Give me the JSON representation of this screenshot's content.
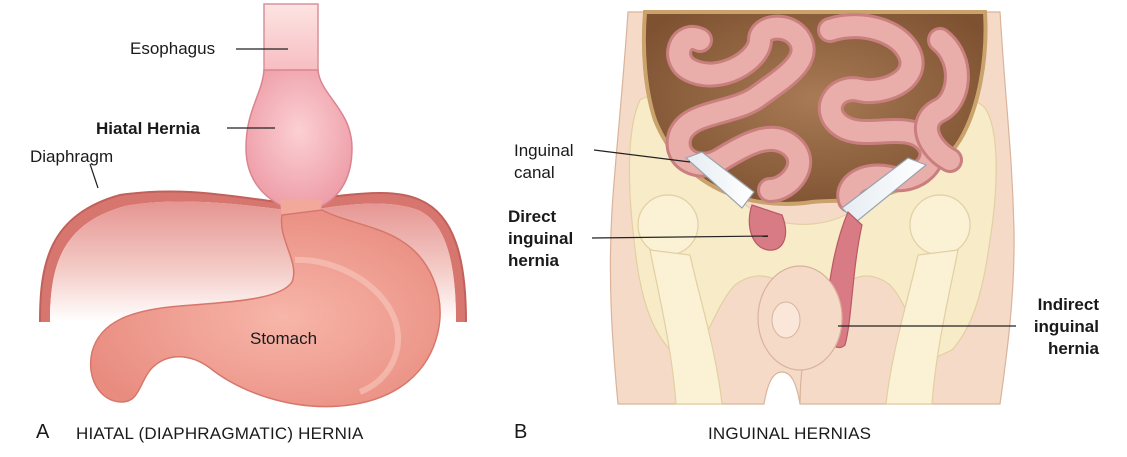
{
  "panel_a": {
    "letter": "A",
    "caption": "HIATAL (DIAPHRAGMATIC) HERNIA",
    "labels": {
      "esophagus": "Esophagus",
      "hiatal_hernia": "Hiatal Hernia",
      "diaphragm": "Diaphragm",
      "stomach": "Stomach"
    }
  },
  "panel_b": {
    "letter": "B",
    "caption": "INGUINAL HERNIAS",
    "labels": {
      "inguinal_canal_1": "Inguinal",
      "inguinal_canal_2": "canal",
      "direct_1": "Direct",
      "direct_2": "inguinal",
      "direct_3": "hernia",
      "indirect_1": "Indirect",
      "indirect_2": "inguinal",
      "indirect_3": "hernia"
    }
  },
  "colors": {
    "stomach": "#f0a39a",
    "diaphragm": "#e99a94",
    "bowel": "#e3a6a3",
    "abdomen": "#8d5d3a",
    "skin": "#f7dccb",
    "bone": "#f8ebc8"
  }
}
